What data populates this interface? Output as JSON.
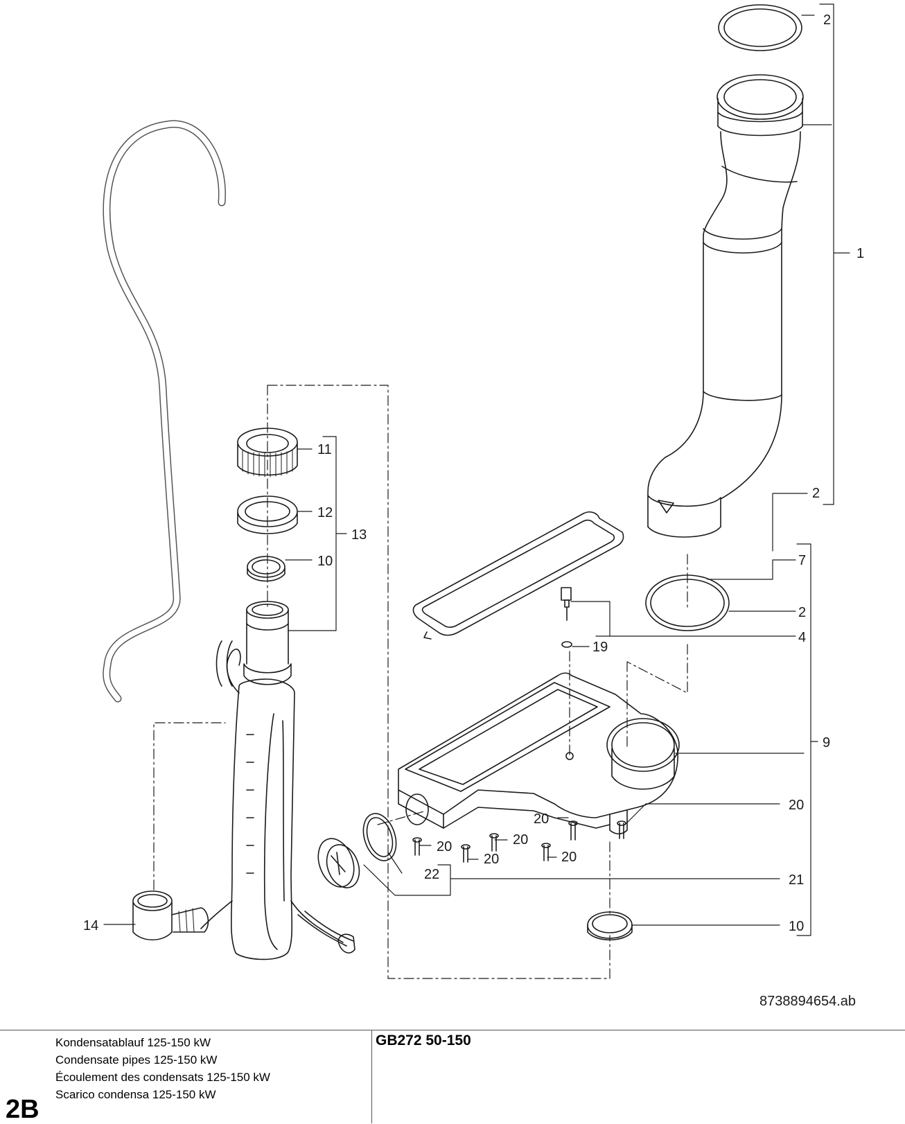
{
  "diagram": {
    "callouts": {
      "c1": "1",
      "c2_top": "2",
      "c2_mid": "2",
      "c2_ring": "2",
      "c4": "4",
      "c7": "7",
      "c9": "9",
      "c10_left": "10",
      "c10_bottom": "10",
      "c11": "11",
      "c12": "12",
      "c13": "13",
      "c14": "14",
      "c19": "19",
      "c20_right": "20",
      "c20_a": "20",
      "c20_b": "20",
      "c20_c": "20",
      "c20_d": "20",
      "c20_e": "20",
      "c21": "21",
      "c22": "22"
    },
    "document_number": "8738894654.ab",
    "line_color": "#1a1a1a",
    "hose_color": "#555555"
  },
  "footer": {
    "section_code": "2B",
    "titles": [
      "Kondensatablauf 125-150 kW",
      "Condensate pipes 125-150 kW",
      "Écoulement des condensats 125-150 kW",
      "Scarico condensa 125-150 kW"
    ],
    "model": "GB272 50-150"
  }
}
